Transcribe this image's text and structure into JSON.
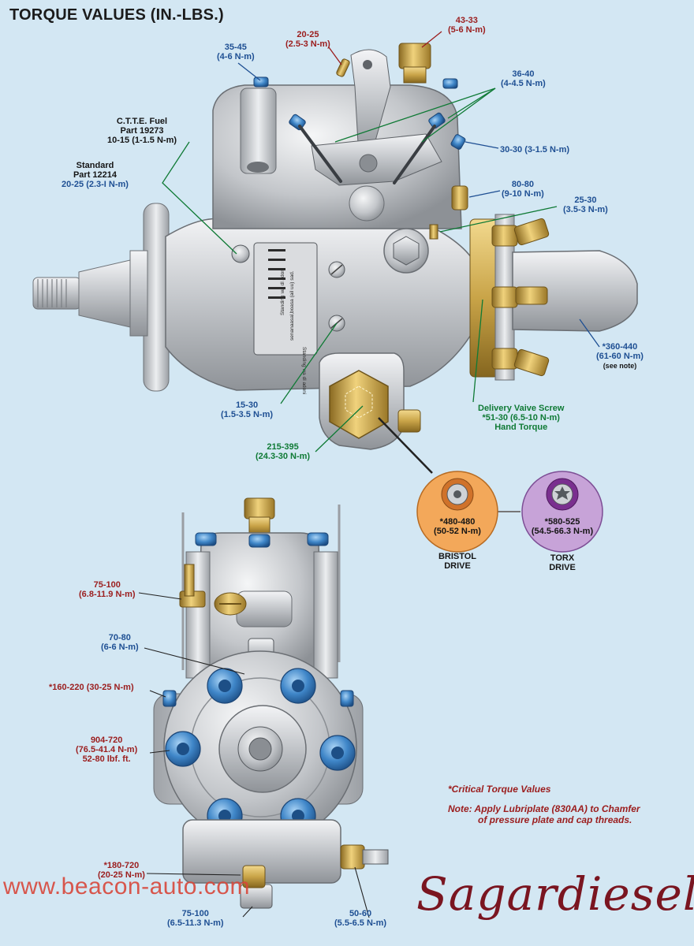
{
  "title": "TORQUE VALUES (IN.-LBS.)",
  "labels": {
    "l_35_45": [
      "35-45",
      "(4-6 N-m)"
    ],
    "l_20_25": [
      "20-25",
      "(2.5-3 N-m)"
    ],
    "l_43_33": [
      "43-33",
      "(5-6 N-m)"
    ],
    "l_36_40": [
      "36-40",
      "(4-4.5 N-m)"
    ],
    "l_ctte": [
      "C.T.T.E. Fuel",
      "Part 19273",
      "10-15 (1-1.5 N-m)"
    ],
    "l_std": [
      "Standard",
      "Part 12214",
      "20-25 (2.3-I N-m)"
    ],
    "l_30_30": [
      "30-30 (3-1.5 N-m)"
    ],
    "l_80_80": [
      "80-80",
      "(9-10 N-m)"
    ],
    "l_25_30": [
      "25-30",
      "(3.5-3 N-m)"
    ],
    "l_360_440": [
      "*360-440",
      "(61-60 N-m)",
      "(see note)"
    ],
    "l_15_30": [
      "15-30",
      "(1.5-3.5 N-m)"
    ],
    "l_delivery": [
      "Delivery Vaive Screw",
      "*51-30 (6.5-10 N-m)",
      "Hand Torque"
    ],
    "l_215_395": [
      "215-395",
      "(24.3-30 N-m)"
    ],
    "l_bristol": [
      "*480-480",
      "(50-52 N-m)"
    ],
    "l_bristol_name": [
      "BRISTOL",
      "DRIVE"
    ],
    "l_torx": [
      "*580-525",
      "(54.5-66.3 N-m)"
    ],
    "l_torx_name": [
      "TORX",
      "DRIVE"
    ],
    "l_75_100_a": [
      "75-100",
      "(6.8-11.9 N-m)"
    ],
    "l_70_80": [
      "70-80",
      "(6-6 N-m)"
    ],
    "l_160_220": [
      "*160-220 (30-25 N-m)"
    ],
    "l_904_720": [
      "904-720",
      "(76.5-41.4 N-m)",
      "52-80 lbf. ft."
    ],
    "l_180_720": [
      "*180-720",
      "(20-25 N-m)"
    ],
    "l_75_100_b": [
      "75-100",
      "(6.5-11.3 N-m)"
    ],
    "l_50_60": [
      "50-60",
      "(5.5-6.5 N-m)"
    ]
  },
  "plate_text": [
    "Standing wa dl adoni",
    "senanaasal,boasa (ail uu) sad.",
    "Standing wa dl adoni"
  ],
  "notes": {
    "critical": "*Critical Torque Values",
    "note_line1": "Note: Apply Lubriplate (830AA) to Chamfer",
    "note_line2": "of pressure plate and cap threads."
  },
  "watermarks": {
    "site": "www.beacon-auto.com",
    "brand": "Sagardiesel"
  },
  "colors": {
    "background": "#d3e7f3",
    "label_blue": "#1e4f93",
    "label_red": "#9b1d1d",
    "label_green": "#0f7a35",
    "brass": "#c9a448",
    "bolt_blue": "#3f86c8",
    "bristol_orange": "#f3a85a",
    "torx_purple": "#c7a3d8"
  }
}
